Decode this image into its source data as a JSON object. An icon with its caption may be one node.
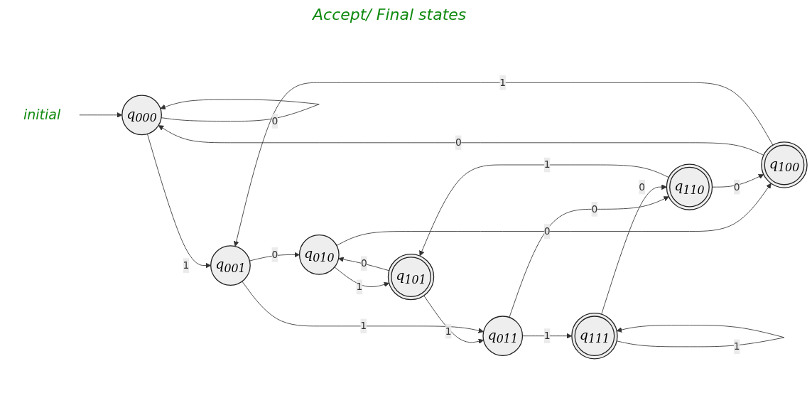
{
  "diagram": {
    "nodes": [
      {
        "text": [
          "q$_{000}$"
        ]
      },
      {
        "text": [
          "q$_{100}$"
        ]
      },
      {
        "text": [
          "q$_{010}$"
        ]
      },
      {
        "text": [
          "q$_{110}$"
        ]
      },
      {
        "text": [
          "q$_{001}$"
        ]
      },
      {
        "text": [
          "q$_{101}$"
        ]
      },
      {
        "text": [
          "q$_{011}$"
        ]
      },
      {
        "text": [
          "q$_{111}$"
        ]
      },
      {
        "text": [
          "initial"
        ]
      }
    ],
    "edges": [
      {
        "from": 8,
        "to": 0,
        "arrow": "to"
      },
      {
        "from": 0,
        "to": 0,
        "arrow": "to",
        "label": "0"
      },
      {
        "from": 1,
        "to": 0,
        "arrow": "to",
        "label": "0"
      },
      {
        "from": 2,
        "to": 1,
        "arrow": "to",
        "label": "0"
      },
      {
        "from": 3,
        "to": 1,
        "arrow": "to",
        "label": "0"
      },
      {
        "from": 0,
        "to": 4,
        "arrow": "to",
        "label": "1"
      },
      {
        "from": 1,
        "to": 4,
        "arrow": "to",
        "label": "1"
      },
      {
        "from": 4,
        "to": 2,
        "arrow": "to",
        "label": "0"
      },
      {
        "from": 2,
        "to": 5,
        "arrow": "to",
        "label": "1"
      },
      {
        "from": 5,
        "to": 2,
        "arrow": "to",
        "label": "0"
      },
      {
        "from": 3,
        "to": 5,
        "arrow": "to",
        "label": "1"
      },
      {
        "from": 5,
        "to": 6,
        "arrow": "to",
        "label": "1"
      },
      {
        "from": 6,
        "to": 3,
        "arrow": "to",
        "label": "0"
      },
      {
        "from": 6,
        "to": 7,
        "arrow": "to",
        "label": "1"
      },
      {
        "from": 7,
        "to": 3,
        "arrow": "to",
        "label": "0"
      },
      {
        "from": 7,
        "to": 7,
        "arrow": "to",
        "label": "1"
      },
      {
        "from": 4,
        "to": 6,
        "arrow": "to",
        "label": "1"
      }
    ],
    "labels": [
      "Accept/ Final states"
    ]
  }
}
